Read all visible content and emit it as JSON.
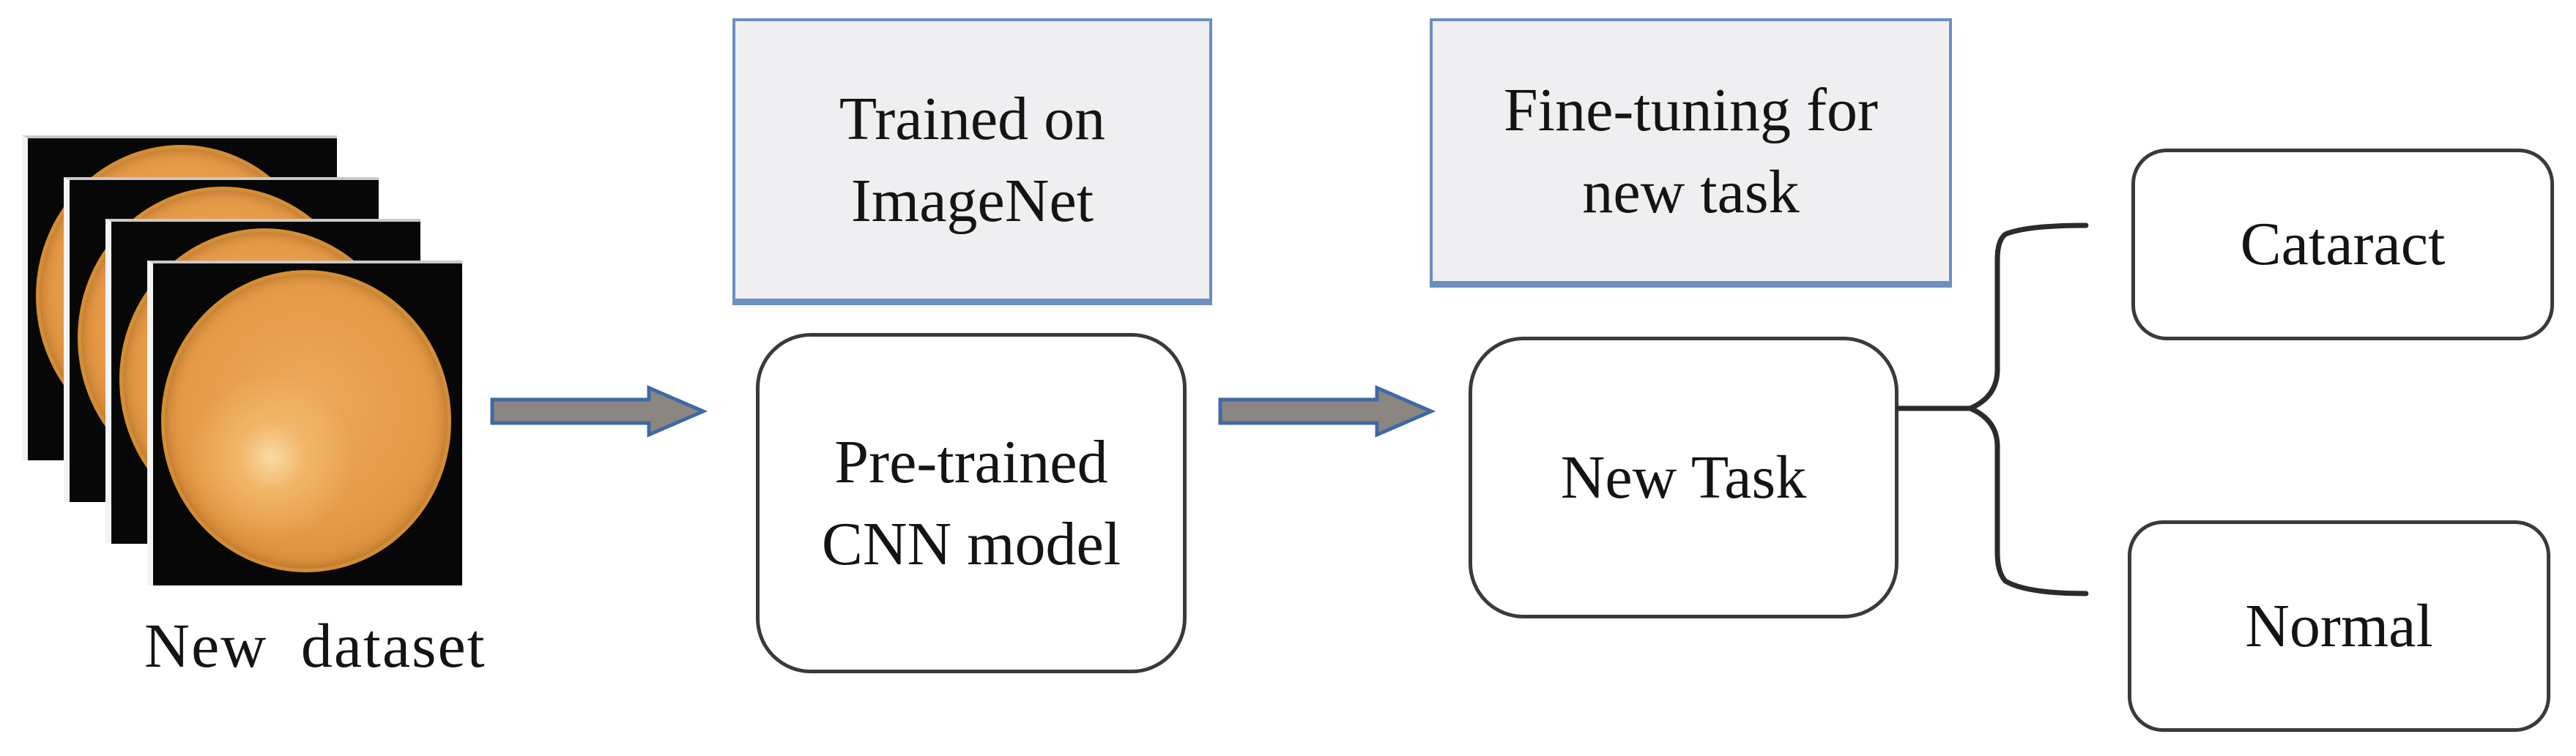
{
  "figure": {
    "dataset_label": "New dataset",
    "trained_on": {
      "line1": "Trained on",
      "line2": "ImageNet"
    },
    "pretrained_cnn": {
      "line1": "Pre-trained",
      "line2": "CNN model"
    },
    "finetuning": {
      "line1": "Fine-tuning for",
      "line2": "new task"
    },
    "new_task": "New Task",
    "class_cataract": "Cataract",
    "class_normal": "Normal"
  },
  "icons": {
    "stack": "fundus-image-stack",
    "arrow_left": "arrow-right-icon",
    "arrow_mid": "arrow-right-icon",
    "split": "brace-right-icon"
  },
  "colors": {
    "background": "#ffffff",
    "label_box_fill": "#efeff1",
    "label_box_border": "#6b8fbf",
    "node_border": "#3a3a3a",
    "connector": "#2b2b2b",
    "arrow_fill": "#8b8680",
    "arrow_border": "#3f69a6",
    "fundus_black": "#070707",
    "fundus_orange": "#e49a4a",
    "fundus_highlight": "#f8d7a0",
    "text": "#141414"
  }
}
